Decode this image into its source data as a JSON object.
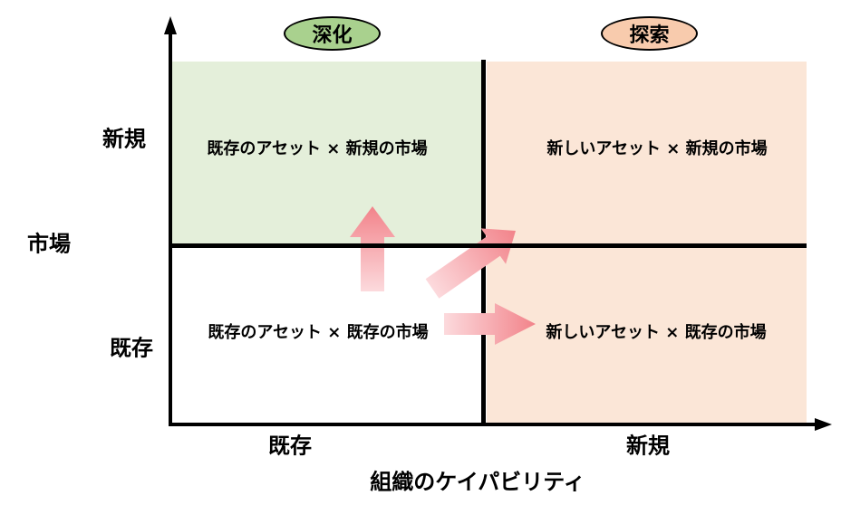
{
  "diagram": {
    "badges": {
      "exploit": "深化",
      "explore": "探索"
    },
    "y_axis": {
      "title": "市場",
      "top_label": "新規",
      "bottom_label": "既存"
    },
    "x_axis": {
      "title": "組織のケイパビリティ",
      "left_label": "既存",
      "right_label": "新規"
    },
    "quadrants": {
      "top_left": "既存のアセット × 新規の市場",
      "top_right": "新しいアセット × 新規の市場",
      "bottom_left": "既存のアセット × 既存の市場",
      "bottom_right": "新しいアセット × 既存の市場"
    },
    "arrows": [
      {
        "name": "up-arrow",
        "from": "bottom-left",
        "to": "top-left"
      },
      {
        "name": "diagonal-arrow",
        "from": "bottom-left",
        "to": "top-right"
      },
      {
        "name": "right-arrow",
        "from": "bottom-left",
        "to": "bottom-right"
      }
    ],
    "colors": {
      "quadrant_green": "#E4EFDA",
      "quadrant_peach": "#FBE6D7",
      "badge_green": "#A9D18E",
      "badge_peach": "#F8CBAD",
      "arrow_light": "#FCDADD",
      "arrow_dark": "#F2838A",
      "line": "#000000"
    }
  }
}
